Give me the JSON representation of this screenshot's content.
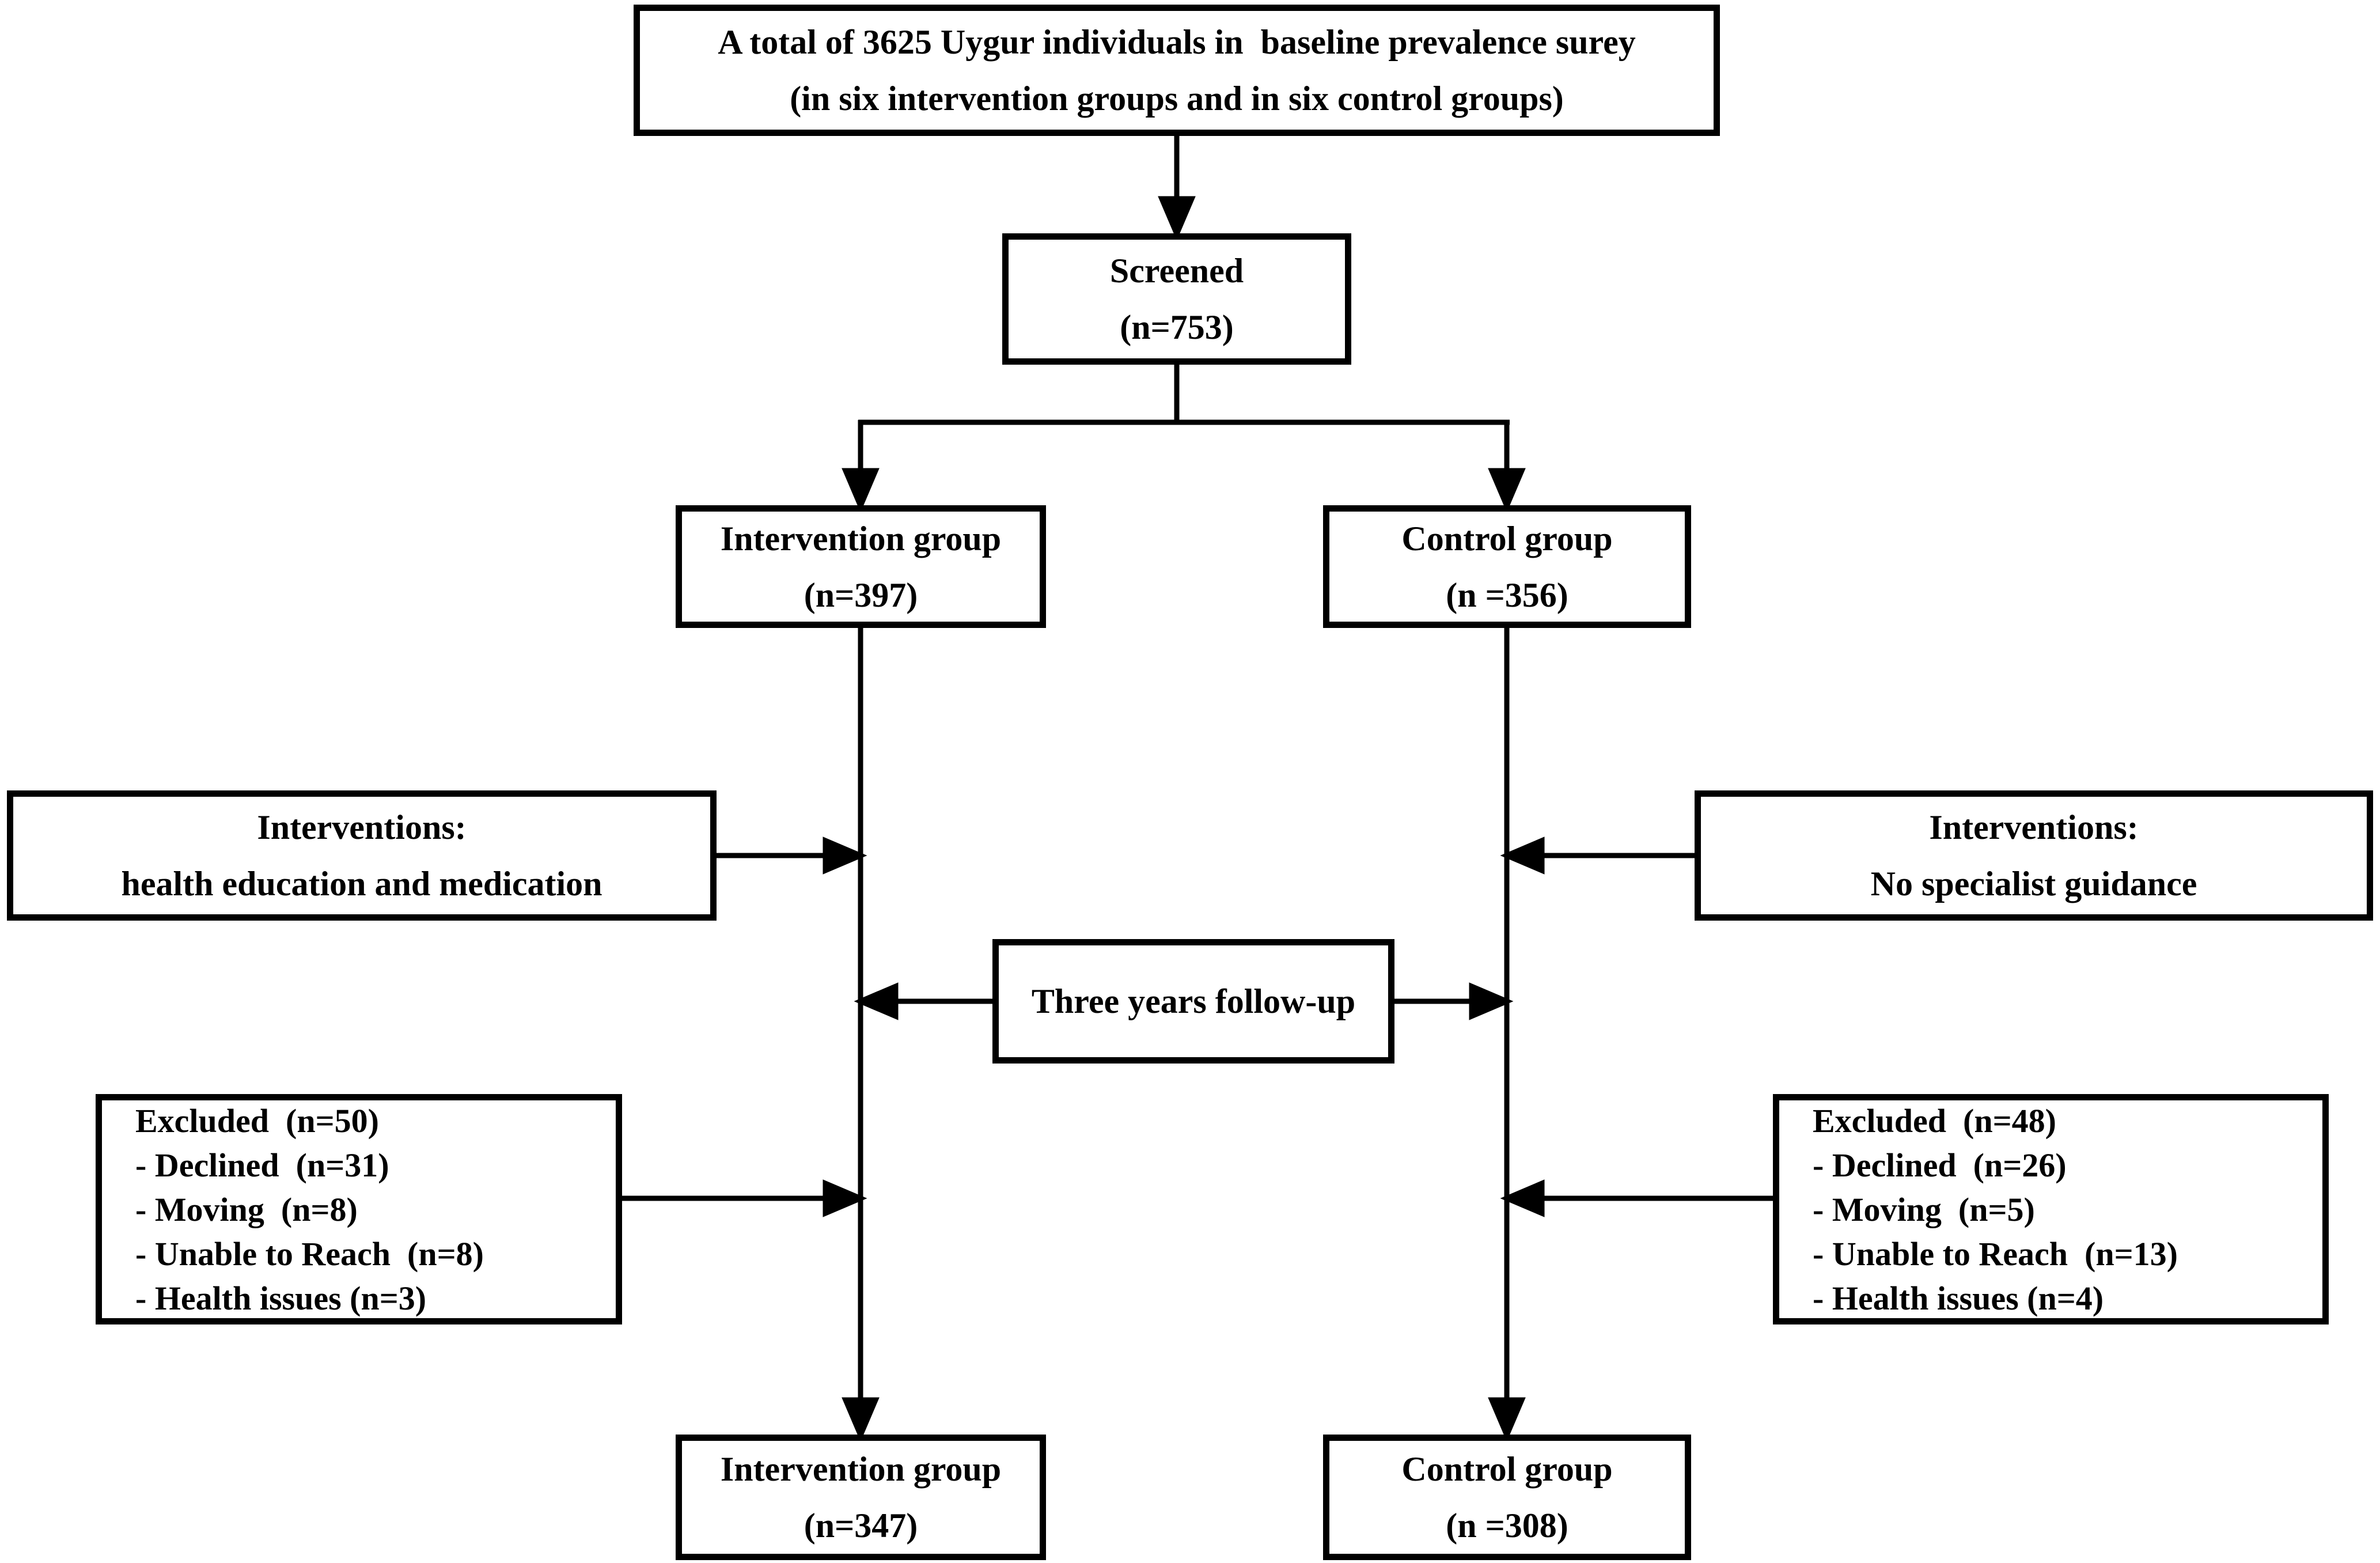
{
  "diagram": {
    "colors": {
      "line": "#000000",
      "background": "#ffffff",
      "text": "#000000"
    },
    "title_box": {
      "line1": "A total of 3625 Uygur individuals in  baseline prevalence surey",
      "line2": "(in six intervention groups and in six control groups)"
    },
    "screened": {
      "line1": "Screened",
      "line2": "(n=753)"
    },
    "intervention_group": {
      "line1": "Intervention group",
      "line2": "(n=397)"
    },
    "control_group": {
      "line1": "Control group",
      "line2": "(n =356)"
    },
    "interventions_left": {
      "line1": "Interventions:",
      "line2": "health education and medication"
    },
    "interventions_right": {
      "line1": "Interventions:",
      "line2": "No specialist guidance"
    },
    "follow_up": {
      "label": "Three years follow-up"
    },
    "excluded_left": {
      "lines": [
        "Excluded  (n=50)",
        "- Declined  (n=31)",
        "- Moving  (n=8)",
        "- Unable to Reach  (n=8)",
        "- Health issues (n=3)"
      ]
    },
    "excluded_right": {
      "lines": [
        "Excluded  (n=48)",
        "- Declined  (n=26)",
        "- Moving  (n=5)",
        "- Unable to Reach  (n=13)",
        "- Health issues (n=4)"
      ]
    },
    "intervention_final": {
      "line1": "Intervention group",
      "line2": "(n=347)"
    },
    "control_final": {
      "line1": "Control group",
      "line2": "(n =308)"
    }
  }
}
